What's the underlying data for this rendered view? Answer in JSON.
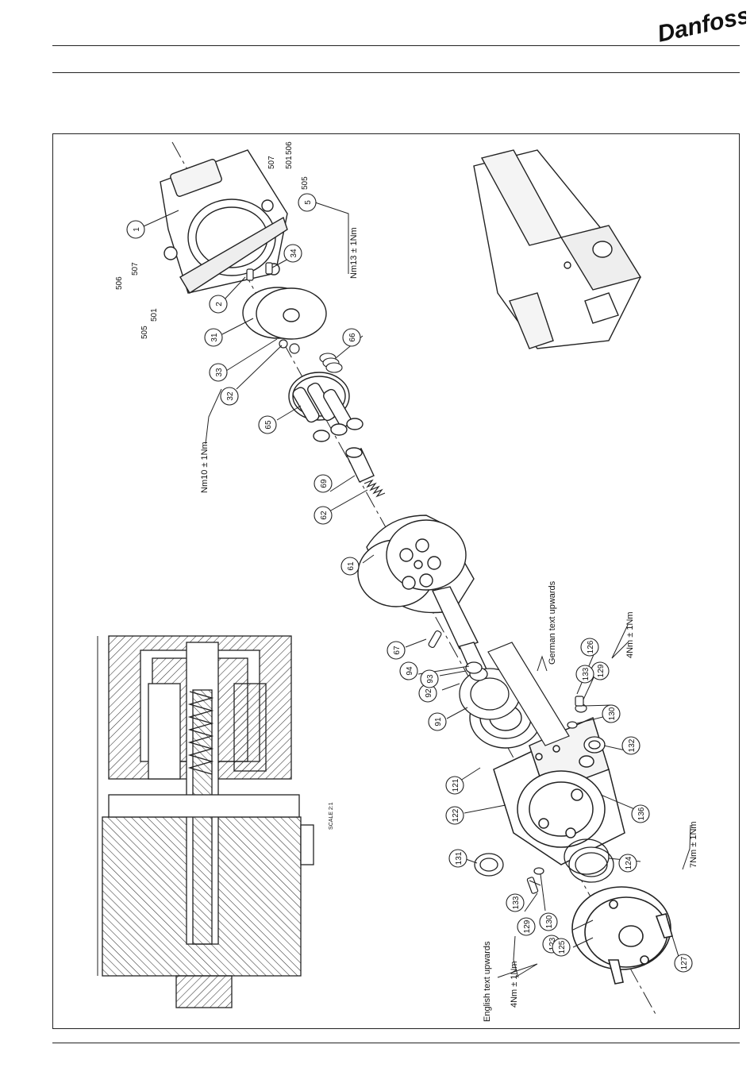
{
  "brand": {
    "name": "Danfoss",
    "color": "#e2001a"
  },
  "callouts": [
    {
      "id": "c1",
      "label": "1"
    },
    {
      "id": "c2",
      "label": "2"
    },
    {
      "id": "c5",
      "label": "5"
    },
    {
      "id": "c31",
      "label": "31"
    },
    {
      "id": "c32",
      "label": "32"
    },
    {
      "id": "c33",
      "label": "33"
    },
    {
      "id": "c34",
      "label": "34"
    },
    {
      "id": "c61",
      "label": "61"
    },
    {
      "id": "c62",
      "label": "62"
    },
    {
      "id": "c65",
      "label": "65"
    },
    {
      "id": "c66",
      "label": "66"
    },
    {
      "id": "c67",
      "label": "67"
    },
    {
      "id": "c69",
      "label": "69"
    },
    {
      "id": "c91",
      "label": "91"
    },
    {
      "id": "c92",
      "label": "92"
    },
    {
      "id": "c93",
      "label": "93"
    },
    {
      "id": "c94",
      "label": "94"
    },
    {
      "id": "c121",
      "label": "121"
    },
    {
      "id": "c122",
      "label": "122"
    },
    {
      "id": "c123",
      "label": "123"
    },
    {
      "id": "c124",
      "label": "124"
    },
    {
      "id": "c125",
      "label": "125"
    },
    {
      "id": "c126",
      "label": "126"
    },
    {
      "id": "c127",
      "label": "127"
    },
    {
      "id": "c129a",
      "label": "129"
    },
    {
      "id": "c129b",
      "label": "129"
    },
    {
      "id": "c130a",
      "label": "130"
    },
    {
      "id": "c130b",
      "label": "130"
    },
    {
      "id": "c131",
      "label": "131"
    },
    {
      "id": "c132",
      "label": "132"
    },
    {
      "id": "c133a",
      "label": "133"
    },
    {
      "id": "c133b",
      "label": "133"
    },
    {
      "id": "c136",
      "label": "136"
    }
  ],
  "part_labels": {
    "p501a": "501",
    "p501b": "501",
    "p505a": "505",
    "p505b": "505",
    "p506a": "506",
    "p506b": "506",
    "p507a": "507",
    "p507b": "507"
  },
  "annotations": {
    "torque_13": "Nm13 ± 1Nm",
    "torque_10": "Nm10 ± 1Nm",
    "torque_4a": "4Nm ± 1Nm",
    "torque_4b": "4Nm ± 1Nm",
    "torque_7": "7Nm ± 1Nm",
    "german_text": "German text upwards",
    "english_text": "English text upwards",
    "scale": "SCALE 2:1"
  }
}
